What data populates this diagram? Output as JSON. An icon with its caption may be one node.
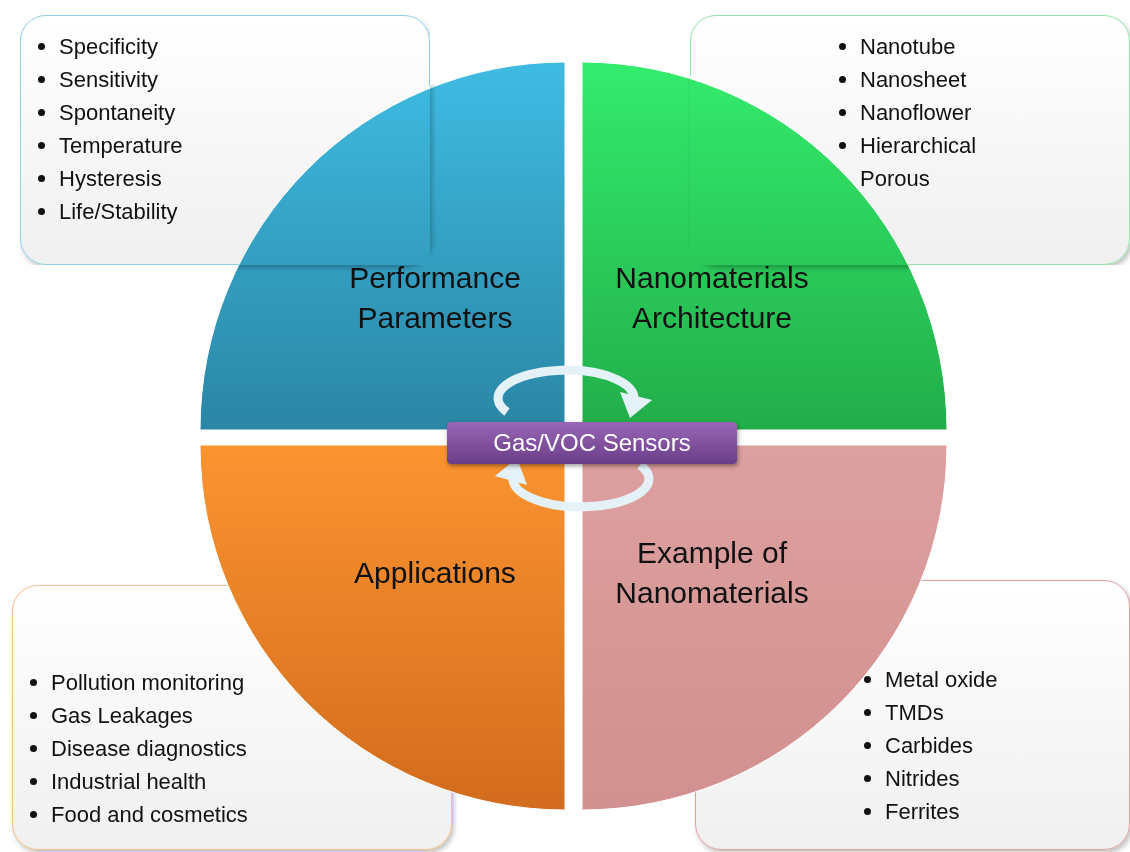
{
  "diagram": {
    "nodes": [
      {
        "text": [
          "Specificity",
          "Sensitivity",
          "Spontaneity",
          "Temperature",
          "Hysteresis",
          "Life/Stability"
        ]
      },
      {
        "text": [
          "Nanotube",
          "Nanosheet",
          "Nanoflower",
          "Hierarchical Porous"
        ]
      },
      {
        "text": [
          "Performance Parameters"
        ]
      },
      {
        "text": [
          "Nanomaterials Architecture"
        ]
      },
      {
        "text": [
          "Applications"
        ]
      },
      {
        "text": [
          "Example of Nanomaterials"
        ]
      },
      {
        "text": [
          "Gas/VOC Sensors"
        ]
      },
      {
        "text": [
          "Pollution monitoring",
          "Gas Leakages",
          "Disease diagnostics",
          "Industrial health",
          "Food and cosmetics"
        ]
      },
      {
        "text": [
          "Metal oxide",
          "TMDs",
          "Carbides",
          "Nitrides",
          "Ferrites"
        ]
      }
    ]
  }
}
